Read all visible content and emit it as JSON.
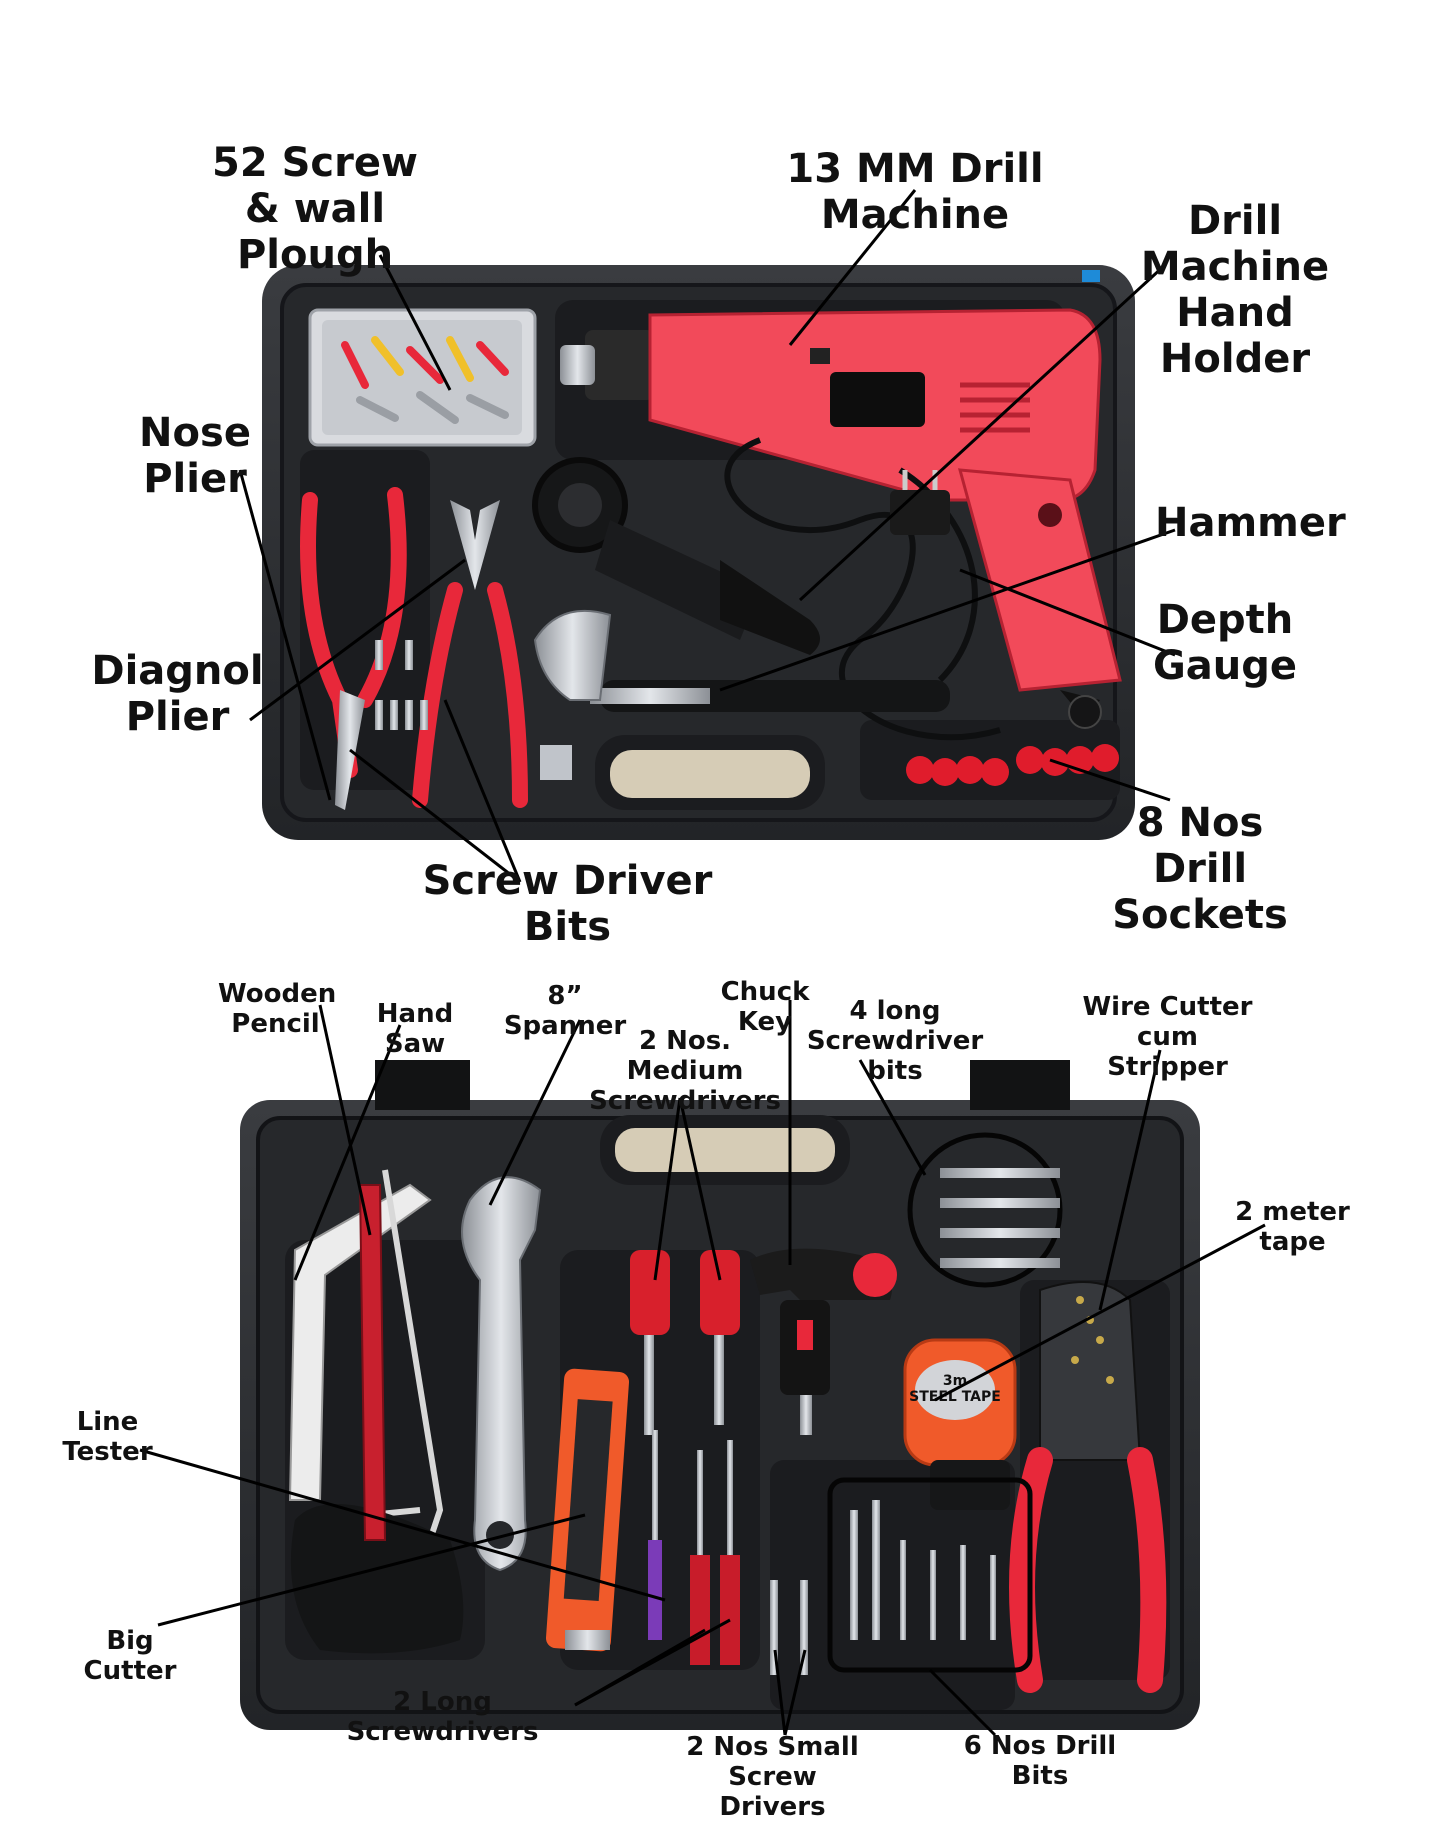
{
  "top_labels": {
    "screw_plough": "52 Screw\n& wall Plough",
    "drill_machine": "13 MM Drill Machine",
    "hand_holder": "Drill\nMachine\nHand\nHolder",
    "nose_plier": "Nose\nPlier",
    "hammer": "Hammer",
    "diagonal_plier": "Diagnol\nPlier",
    "depth_gauge": "Depth\nGauge",
    "drill_sockets": "8 Nos\nDrill Sockets",
    "screw_driver_bits": "Screw Driver Bits"
  },
  "bottom_labels": {
    "wooden_pencil": "Wooden\nPencil",
    "hand_saw": "Hand Saw",
    "spanner": "8” Spanner",
    "chuck_key": "Chuck Key",
    "medium_screwdrivers": "2 Nos. Medium\nScrewdrivers",
    "long_bits": "4 long\nScrewdriver bits",
    "wire_cutter": "Wire Cutter\ncum Stripper",
    "tape": "2 meter\ntape",
    "line_tester": "Line Tester",
    "big_cutter": "Big Cutter",
    "long_screwdrivers": "2 Long Screwdrivers",
    "small_screwdrivers": "2 Nos Small\nScrew Drivers",
    "drill_bits": "6 Nos Drill Bits"
  },
  "product_text": {
    "tape_brand": "3m\nSTEEL TAPE"
  },
  "colors": {
    "case": "#2b2d30",
    "case_inner": "#1e2023",
    "tool_red": "#e8283a",
    "drill_red": "#f24a5a",
    "metal": "#b8bcc2"
  }
}
